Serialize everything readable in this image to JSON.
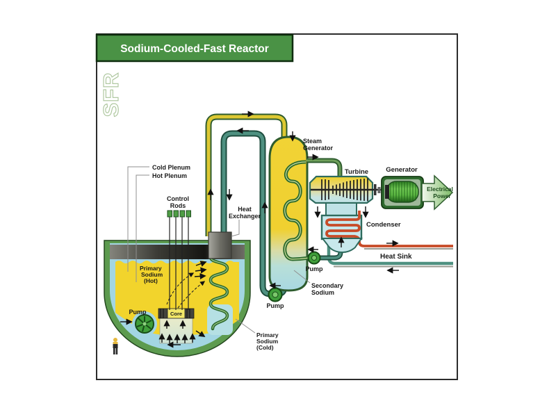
{
  "header": {
    "title": "Sodium-Cooled-Fast Reactor"
  },
  "watermark": "SFR",
  "labels": {
    "cold_plenum": "Cold Plenum",
    "hot_plenum": "Hot Plenum",
    "control_rods": [
      "Control",
      "Rods"
    ],
    "heat_exchanger": [
      "Heat",
      "Exchanger"
    ],
    "steam_generator": [
      "Steam",
      "Generator"
    ],
    "turbine": "Turbine",
    "generator": "Generator",
    "electrical_power": [
      "Electrical",
      "Power"
    ],
    "condenser": "Condenser",
    "heat_sink": "Heat Sink",
    "secondary_sodium": [
      "Secondary",
      "Sodium"
    ],
    "primary_sodium_hot": [
      "Primary",
      "Sodium",
      "(Hot)"
    ],
    "primary_sodium_cold": [
      "Primary",
      "Sodium",
      "(Cold)"
    ],
    "core": "Core",
    "pumps": {
      "primary": "Pump",
      "secondary": "Pump",
      "feedwater": "Pump"
    }
  },
  "colors": {
    "header_green": "#4a9245",
    "hot_sodium_yellow": "#f2d42c",
    "cold_sodium_blue": "#a3d6e3",
    "vessel_green": "#5d9b4f",
    "pipe_yellow": "#ddc832",
    "pipe_teal": "#4f9181",
    "pipe_outline": "#2e5c2e",
    "coil_red": "#c74b28",
    "generator_green": "#57b33f",
    "condenser_cyan": "#c8e8ec"
  }
}
